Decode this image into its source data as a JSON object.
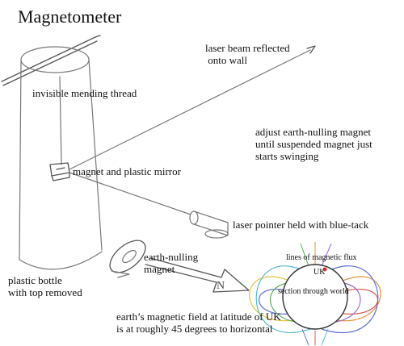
{
  "title": "Magnetometer",
  "labels": {
    "laser_beam": "laser beam reflected\n onto wall",
    "thread": "invisible mending thread",
    "adjust": "adjust earth-nulling magnet\nuntil suspended magnet just\nstarts swinging",
    "magnet_mirror": "magnet and plastic mirror",
    "laser_pointer": "laser pointer held with blue-tack",
    "nulling_magnet": "earth-nulling\nmagnet",
    "bottle": "plastic bottle\nwith top removed",
    "flux_lines": "lines of magnetic flux",
    "uk": "UK",
    "section": "section through world",
    "arrow_letter": "N",
    "earth_field": "earth’s magnetic field at latitude of UK\nis at roughly 45 degrees to horizontal"
  },
  "colors": {
    "pencil": "#777777",
    "field_blue": "#5b6fd6",
    "field_red": "#d9534f",
    "field_orange": "#e8923a",
    "field_yellow": "#e0c43a",
    "field_green": "#5fae5a",
    "field_cyan": "#57b8cf",
    "field_purple": "#9a6ad0",
    "uk_dot": "#d33"
  }
}
